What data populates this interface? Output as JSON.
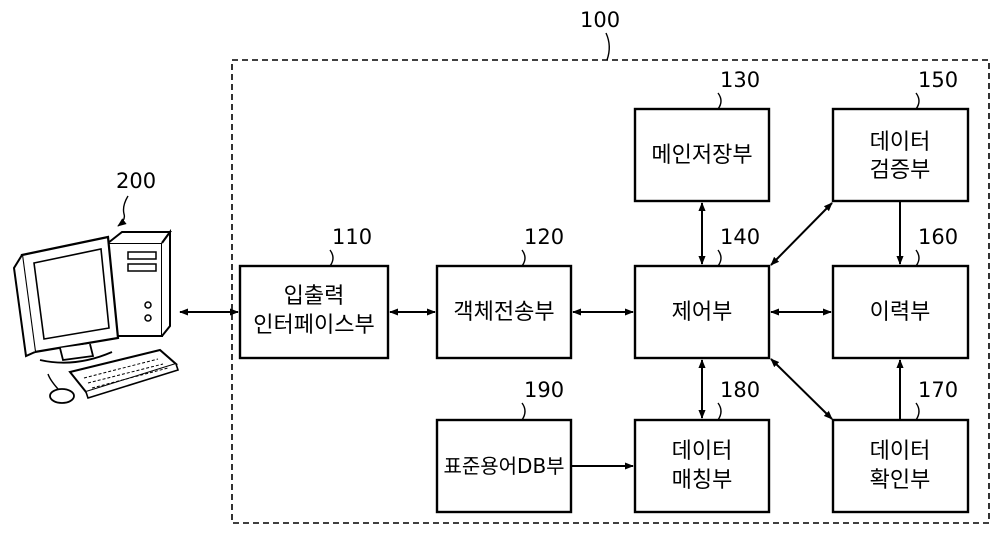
{
  "system": {
    "ref": "100"
  },
  "computer": {
    "ref": "200"
  },
  "blocks": {
    "io_interface": {
      "ref": "110",
      "line1": "입출력",
      "line2": "인터페이스부"
    },
    "object_transfer": {
      "ref": "120",
      "label": "객체전송부"
    },
    "main_storage": {
      "ref": "130",
      "label": "메인저장부"
    },
    "control": {
      "ref": "140",
      "label": "제어부"
    },
    "data_verification": {
      "ref": "150",
      "line1": "데이터",
      "line2": "검증부"
    },
    "history": {
      "ref": "160",
      "label": "이력부"
    },
    "data_confirmation": {
      "ref": "170",
      "line1": "데이터",
      "line2": "확인부"
    },
    "data_matching": {
      "ref": "180",
      "line1": "데이터",
      "line2": "매칭부"
    },
    "standard_term_db": {
      "ref": "190",
      "label": "표준용어DB부"
    }
  }
}
